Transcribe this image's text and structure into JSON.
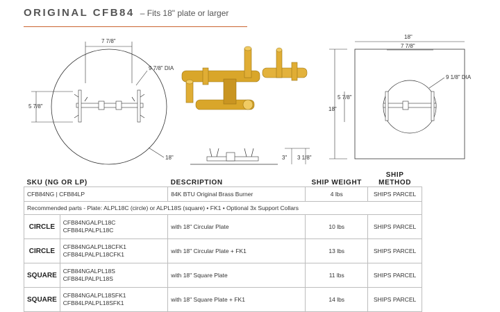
{
  "header": {
    "title": "ORIGINAL CFB84",
    "subtitle": "– Fits 18\" plate or larger"
  },
  "drawings": {
    "left": {
      "width": "7 7/8\"",
      "height": "5 7/8\"",
      "hole": "9 7/8\" DIA",
      "plate": "18\""
    },
    "side": {
      "height_a": "3\"",
      "height_b": "3 1/8\""
    },
    "right": {
      "plate_w": "18\"",
      "width": "7 7/8\"",
      "hole": "9 1/8\" DIA",
      "height_plate": "18\"",
      "height": "5 7/8\""
    }
  },
  "table": {
    "headers": {
      "sku": "SKU (NG OR LP)",
      "description": "DESCRIPTION",
      "weight": "SHIP WEIGHT",
      "method": "SHIP METHOD"
    },
    "base": {
      "sku": "CFB84NG | CFB84LP",
      "description": "84K BTU Original Brass Burner",
      "weight": "4 lbs",
      "method": "SHIPS PARCEL"
    },
    "note": "Recommended parts - Plate: ALPL18C (circle) or ALPL18S (square) • FK1 • Optional 3x Support Collars",
    "rows": [
      {
        "shape": "CIRCLE",
        "sku1": "CFB84NGALPL18C",
        "sku2": "CFB84LPALPL18C",
        "description": "with 18\" Circular Plate",
        "weight": "10 lbs",
        "method": "SHIPS PARCEL"
      },
      {
        "shape": "CIRCLE",
        "sku1": "CFB84NGALPL18CFK1",
        "sku2": "CFB84LPALPL18CFK1",
        "description": "with 18\" Circular Plate + FK1",
        "weight": "13 lbs",
        "method": "SHIPS PARCEL"
      },
      {
        "shape": "SQUARE",
        "sku1": "CFB84NGALPL18S",
        "sku2": "CFB84LPALPL18S",
        "description": "with 18\" Square Plate",
        "weight": "11 lbs",
        "method": "SHIPS PARCEL"
      },
      {
        "shape": "SQUARE",
        "sku1": "CFB84NGALPL18SFK1",
        "sku2": "CFB84LPALPL18SFK1",
        "description": "with 18\" Square Plate + FK1",
        "weight": "14 lbs",
        "method": "SHIPS PARCEL"
      }
    ]
  }
}
